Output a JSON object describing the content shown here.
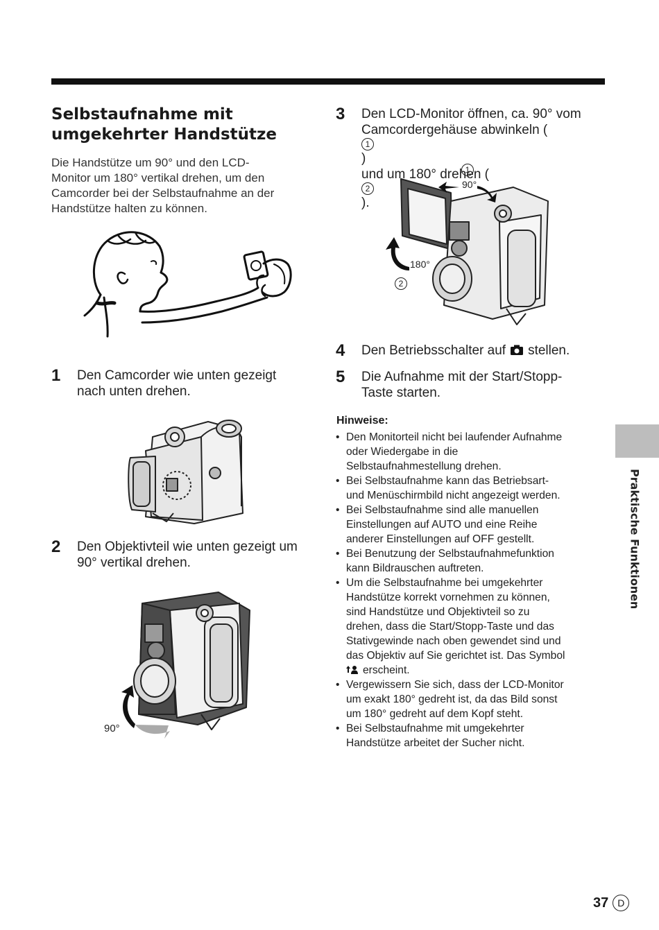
{
  "section": {
    "title_line1": "Selbstaufnahme mit",
    "title_line2": "umgekehrter Handstütze",
    "intro_lines": [
      "Die Handstütze um 90° und den LCD-",
      "Monitor um 180° vertikal drehen, um den",
      "Camcorder bei der Selbstaufnahme an der",
      "Handstütze halten zu können."
    ]
  },
  "steps": {
    "s1": {
      "num": "1",
      "line1": "Den Camcorder wie unten gezeigt",
      "line2": "nach unten drehen."
    },
    "s2": {
      "num": "2",
      "line1": "Den Objektivteil wie unten gezeigt um",
      "line2": "90° vertikal drehen."
    },
    "s3": {
      "num": "3",
      "line1": "Den LCD-Monitor öffnen, ca. 90° vom",
      "line2": "Camcordergehäuse abwinkeln (",
      "line2_mark": "1",
      "line2_end": ")",
      "line3": "und um 180° drehen (",
      "line3_mark": "2",
      "line3_end": ")."
    },
    "s4": {
      "num": "4",
      "before": "Den Betriebsschalter auf",
      "after": "stellen."
    },
    "s5": {
      "num": "5",
      "line1": "Die Aufnahme mit der Start/Stopp-",
      "line2": "Taste starten."
    }
  },
  "figure_labels": {
    "deg90_step2": "90°",
    "mark1": "1",
    "deg90_step3": "90°",
    "deg180": "180°",
    "mark2": "2"
  },
  "notes": {
    "heading": "Hinweise:",
    "items": [
      [
        "Den Monitorteil nicht bei laufender Aufnahme",
        "oder Wiedergabe in die",
        "Selbstaufnahmestellung drehen."
      ],
      [
        "Bei Selbstaufnahme kann das Betriebsart-",
        "und Menüschirmbild nicht angezeigt werden."
      ],
      [
        "Bei Selbstaufnahme sind alle manuellen",
        "Einstellungen auf AUTO und eine Reihe",
        "anderer Einstellungen auf OFF gestellt."
      ],
      [
        "Bei Benutzung der Selbstaufnahmefunktion",
        "kann Bildrauschen auftreten."
      ],
      [
        "Um die Selbstaufnahme bei umgekehrter",
        "Handstütze korrekt vornehmen zu können,",
        "sind Handstütze und Objektivteil so zu",
        "drehen, dass die Start/Stopp-Taste und das",
        "Stativgewinde nach oben gewendet sind und",
        "das Objektiv auf Sie gerichtet ist. Das Symbol",
        "erscheint."
      ],
      [
        "Vergewissern Sie sich, dass der LCD-Monitor",
        "um exakt 180° gedreht ist, da das Bild sonst",
        "um 180° gedreht auf dem Kopf steht."
      ],
      [
        "Bei Selbstaufnahme mit umgekehrter",
        "Handstütze arbeitet der Sucher nicht."
      ]
    ]
  },
  "sidebar": {
    "label": "Praktische Funktionen"
  },
  "footer": {
    "page_number": "37",
    "language_mark": "D"
  }
}
